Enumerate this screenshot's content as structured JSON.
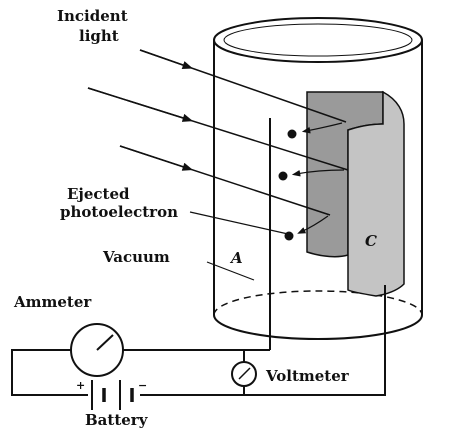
{
  "labels": {
    "incident_line1": "Incident",
    "incident_line2": "light",
    "ejected_line1": "Ejected",
    "ejected_line2": "photoelectron",
    "vacuum": "Vacuum",
    "anode": "A",
    "cathode": "C",
    "ammeter": "Ammeter",
    "voltmeter": "Voltmeter",
    "battery": "Battery",
    "plus_sign": "+",
    "minus_sign": "−"
  },
  "colors": {
    "line": "#111111",
    "cathode_fill": "#9a9a9a",
    "cathode_edge_fill": "#c4c4c4",
    "background": "#ffffff"
  }
}
